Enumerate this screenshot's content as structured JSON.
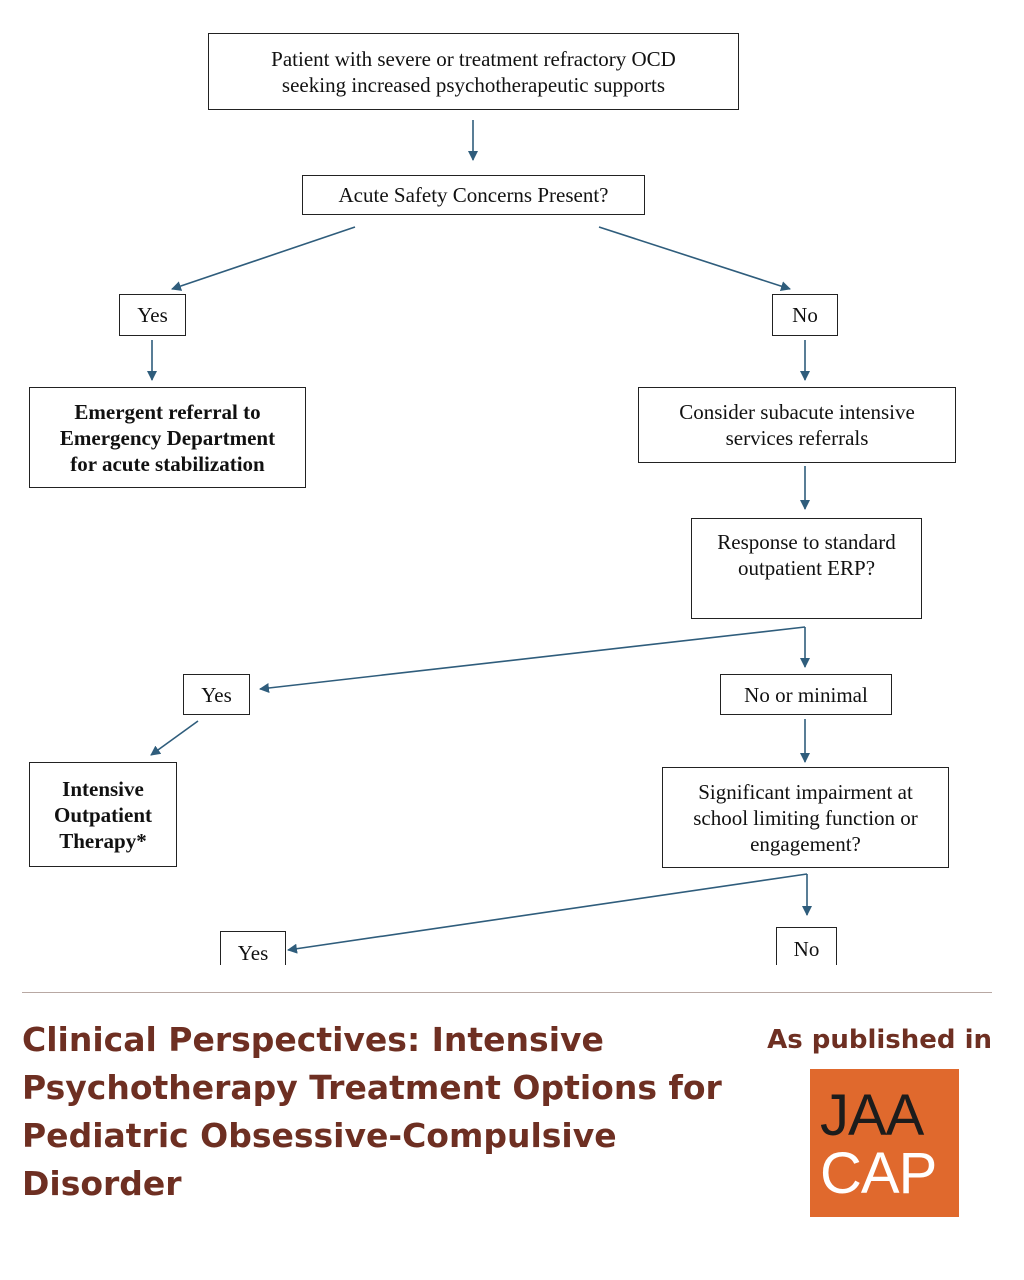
{
  "flowchart": {
    "start": "Patient with severe or treatment refractory OCD seeking increased psychotherapeutic supports",
    "q_safety": "Acute Safety Concerns Present?",
    "safety_yes": "Yes",
    "safety_no": "No",
    "emergent": "Emergent referral to Emergency Department for acute stabilization",
    "subacute": "Consider subacute intensive services referrals",
    "q_response": "Response to standard outpatient ERP?",
    "response_yes": "Yes",
    "response_no": "No or minimal",
    "iop": "Intensive Outpatient Therapy*",
    "q_school": "Significant impairment at school limiting function or engagement?",
    "school_yes": "Yes",
    "school_no": "No"
  },
  "footer": {
    "title": "Clinical Perspectives: Intensive Psychotherapy Treatment Options for Pediatric Obsessive-Compulsive Disorder",
    "published_label": "As published in",
    "logo_line1": "JAA",
    "logo_line2": "CAP",
    "logo_color": "#e0692d",
    "title_color": "#6e2f22",
    "arrow_color": "#2f5d7c"
  }
}
